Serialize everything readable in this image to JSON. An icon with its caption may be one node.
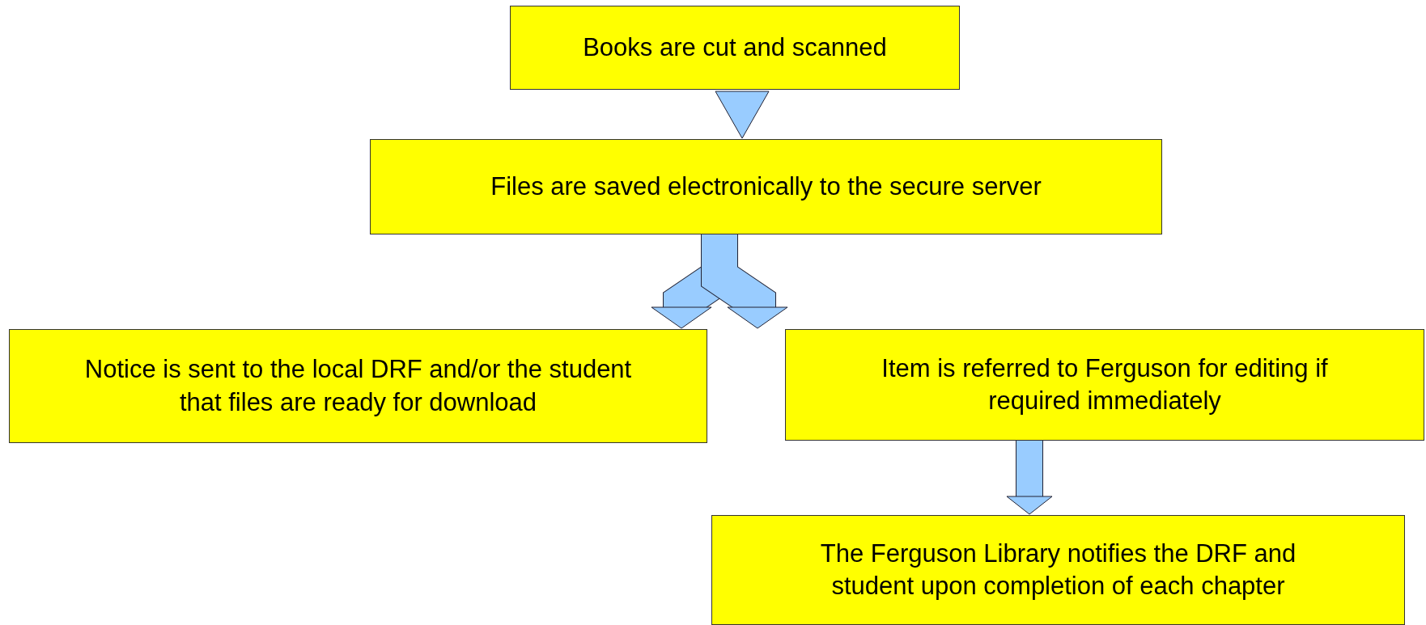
{
  "diagram": {
    "nodes": [
      {
        "text": [
          "Books are cut and scanned"
        ]
      },
      {
        "text": [
          "Files are saved electronically to the secure server"
        ]
      },
      {
        "text": [
          "Notice is sent to the local DRF and/or the student that files are ready for download"
        ]
      },
      {
        "text": [
          "Item is referred to Ferguson for editing if required immediately"
        ]
      },
      {
        "text": [
          "The Ferguson Library notifies the DRF and student upon completion of each chapter"
        ]
      }
    ],
    "edges": [
      {
        "from": 0,
        "to": 1,
        "arrow": "to"
      },
      {
        "from": 1,
        "to": 2,
        "arrow": "to"
      },
      {
        "from": 1,
        "to": 3,
        "arrow": "to"
      },
      {
        "from": 3,
        "to": 4,
        "arrow": "to"
      }
    ]
  }
}
